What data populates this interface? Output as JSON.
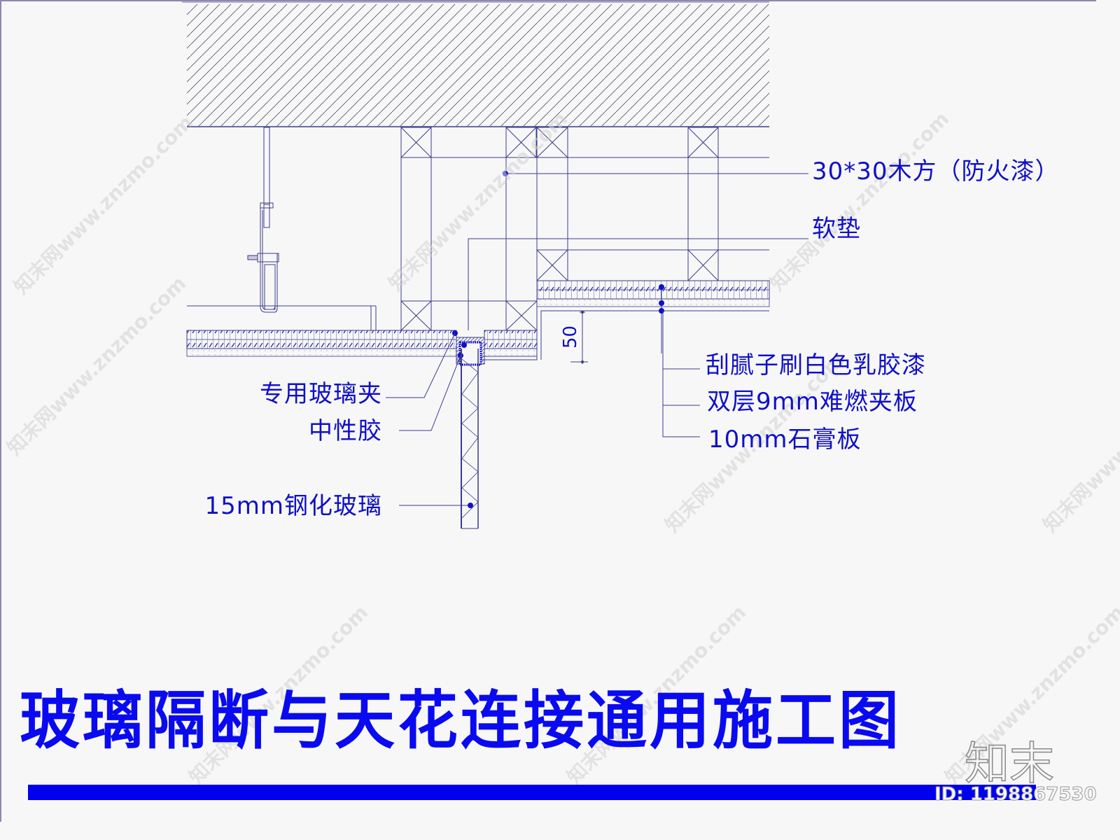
{
  "drawing": {
    "title": "玻璃隔断与天花连接通用施工图",
    "colors": {
      "background": "#f7f7f7",
      "line": "#3c3c8c",
      "annotation": "#1010c8",
      "title": "#0a0af0",
      "title_bar": "#0000ee",
      "hatch": "#5a5a7a"
    },
    "labels_right": [
      {
        "text": "30*30木方（防火漆）"
      },
      {
        "text": "软垫"
      },
      {
        "text": "刮腻子刷白色乳胶漆"
      },
      {
        "text": "双层9mm难燃夹板"
      },
      {
        "text": "10mm石膏板"
      }
    ],
    "labels_left": [
      {
        "text": "专用玻璃夹"
      },
      {
        "text": "中性胶"
      },
      {
        "text": "15mm钢化玻璃"
      }
    ],
    "dimension": {
      "value": "50"
    }
  },
  "watermark": {
    "site": "知末网www.znzmo.com",
    "logo": "知末",
    "id_text": "ID: 1198867530"
  }
}
